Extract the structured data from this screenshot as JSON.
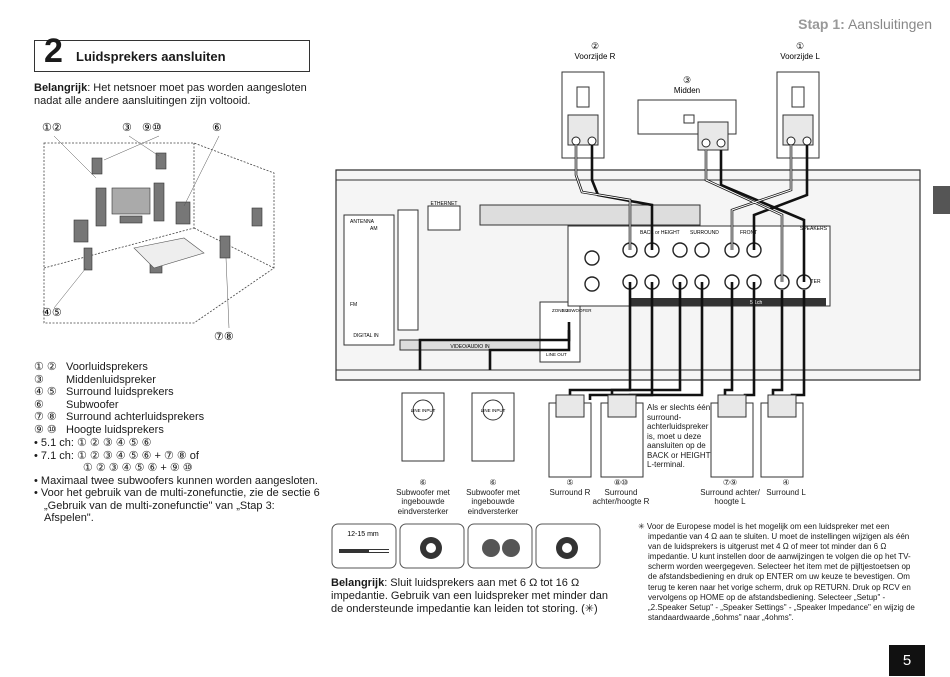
{
  "header": {
    "stap": "Stap 1:",
    "stap_title": "Aansluitingen"
  },
  "section": {
    "number": "2",
    "title": "Luidsprekers aansluiten"
  },
  "intro": {
    "important": "Belangrijk",
    "text": ": Het netsnoer moet pas worden aangesloten nadat alle andere aansluitingen zijn voltooid."
  },
  "room_labels": {
    "l1": "①②",
    "l2": "③",
    "l3": "⑨⑩",
    "l4": "⑥",
    "l5": "④⑤",
    "l6": "⑦⑧"
  },
  "legend": [
    {
      "key": "① ②",
      "text": "Voorluidsprekers"
    },
    {
      "key": "③",
      "text": "Middenluidspreker"
    },
    {
      "key": "④ ⑤",
      "text": "Surround luidsprekers"
    },
    {
      "key": "⑥",
      "text": "Subwoofer"
    },
    {
      "key": "⑦ ⑧",
      "text": "Surround achterluidsprekers"
    },
    {
      "key": "⑨ ⑩",
      "text": "Hoogte luidsprekers"
    }
  ],
  "bullets": [
    "• 5.1 ch: ① ② ③ ④ ⑤ ⑥",
    "• 7.1 ch: ① ② ③ ④ ⑤ ⑥ + ⑦ ⑧ of",
    "                ① ② ③ ④ ⑤ ⑥ + ⑨ ⑩",
    "• Maximaal twee subwoofers kunnen worden aangesloten.",
    "• Voor het gebruik van de multi-zonefunctie, zie de sectie 6 „Gebruik van de multi-zonefunctie\" van „Stap 3: Afspelen\"."
  ],
  "speakers_top": {
    "front_r": {
      "num": "②",
      "name": "Voorzijde R"
    },
    "center": {
      "num": "③",
      "name": "Midden"
    },
    "front_l": {
      "num": "①",
      "name": "Voorzijde L"
    }
  },
  "panel_labels": {
    "ethernet": "ETHERNET",
    "antenna": "ANTENNA",
    "am": "AM",
    "fm": "FM",
    "digital_in": "DIGITAL IN",
    "video_audio_in": "VIDEO/AUDIO IN",
    "zone2": "ZONE 2",
    "subwoofer": "SUBWOOFER",
    "line_out": "LINE OUT",
    "back_height": "BACK or HEIGHT",
    "surround": "SURROUND",
    "front": "FRONT",
    "center": "CENTER",
    "speakers": "SPEAKERS",
    "ch51": "5.1ch",
    "line_input": "LINE INPUT"
  },
  "bottom_speakers": [
    {
      "num": "⑥",
      "name": "Subwoofer met ingebouwde eindversterker"
    },
    {
      "num": "⑥",
      "name": "Subwoofer met ingebouwde eindversterker"
    },
    {
      "num": "⑤",
      "name": "Surround R"
    },
    {
      "num": "⑧⑩",
      "name": "Surround achter/hoogte R"
    },
    {
      "num": "⑦⑨",
      "name": "Surround achter/ hoogte L"
    },
    {
      "num": "④",
      "name": "Surround L"
    }
  ],
  "single_note": "Als er slechts één surround-achterluidspreker is, moet u deze aansluiten op de BACK or HEIGHT L-terminal.",
  "strip_length": "12-15 mm",
  "important_note": {
    "label": "Belangrijk",
    "text": ": Sluit luidsprekers aan met 6 Ω tot 16 Ω impedantie. Gebruik van een luidspreker met minder dan de ondersteunde impedantie kan leiden tot storing. (✳)"
  },
  "footnote": "✳ Voor de Europese model is het mogelijk om een luidspreker met een impedantie van 4 Ω aan te sluiten. U moet de instellingen wijzigen als één van de luidsprekers is uitgerust met 4 Ω of meer tot minder dan 6 Ω impedantie. U kunt instellen door de aanwijzingen te volgen die op het TV-scherm worden weergegeven. Selecteer het item met de pijltjestoetsen op de afstandsbediening en druk op ENTER om uw keuze te bevestigen. Om terug te keren naar het vorige scherm, druk op RETURN. Druk op RCV en vervolgens op HOME op de afstandsbediening. Selecteer „Setup\" - „2.Speaker Setup\" - „Speaker Settings\" - „Speaker Impedance\" en wijzig de standaardwaarde „6ohms\" naar „4ohms\".",
  "page_number": "5"
}
